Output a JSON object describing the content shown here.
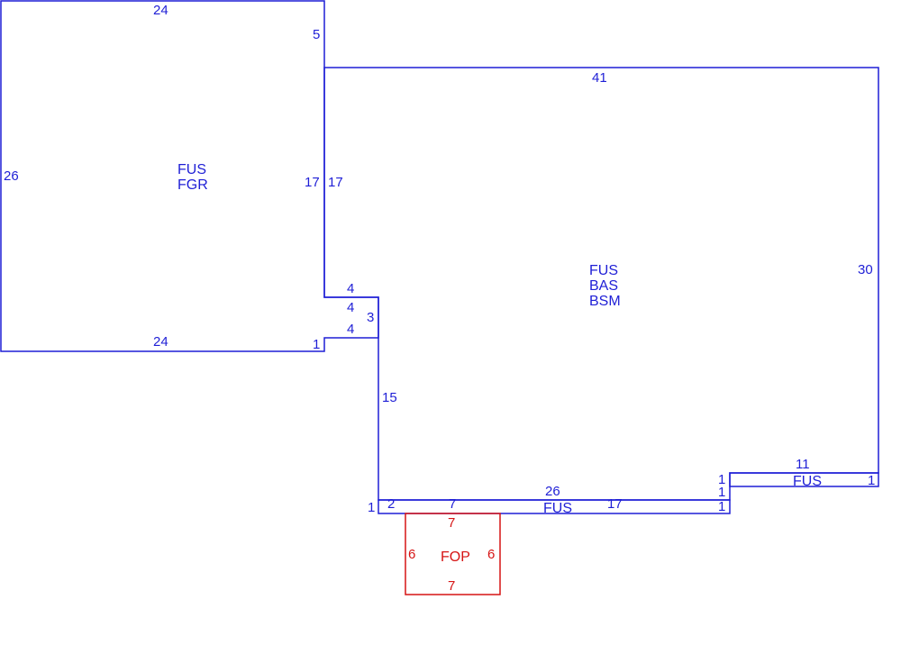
{
  "colors": {
    "main": "#1f1fd6",
    "porch": "#d61414",
    "background": "#ffffff"
  },
  "areas": {
    "garage": {
      "line1": "FUS",
      "line2": "FGR"
    },
    "main": {
      "line1": "FUS",
      "line2": "BAS",
      "line3": "BSM"
    },
    "strip": {
      "line1": "FUS"
    },
    "right_strip": {
      "line1": "FUS"
    },
    "porch": {
      "line1": "FOP"
    }
  },
  "dimensions": {
    "garage_top": "24",
    "garage_left": "26",
    "garage_bottom": "24",
    "garage_right_upper": "5",
    "garage_right": "17",
    "main_left_upper": "17",
    "main_top": "41",
    "main_right": "30",
    "notch_top": "4",
    "notch_mid": "4",
    "notch_right": "3",
    "notch_bottom": "4",
    "garage_step": "1",
    "main_left_lower": "15",
    "strip_left": "1",
    "strip_seg_a": "2",
    "strip_seg_b": "7",
    "strip_top": "26",
    "strip_seg_c": "17",
    "strip_right": "1",
    "step_upper": "1",
    "step_lower": "1",
    "right_strip_top": "11",
    "right_strip_right": "1",
    "porch_top": "7",
    "porch_left": "6",
    "porch_right": "6",
    "porch_bottom": "7"
  }
}
